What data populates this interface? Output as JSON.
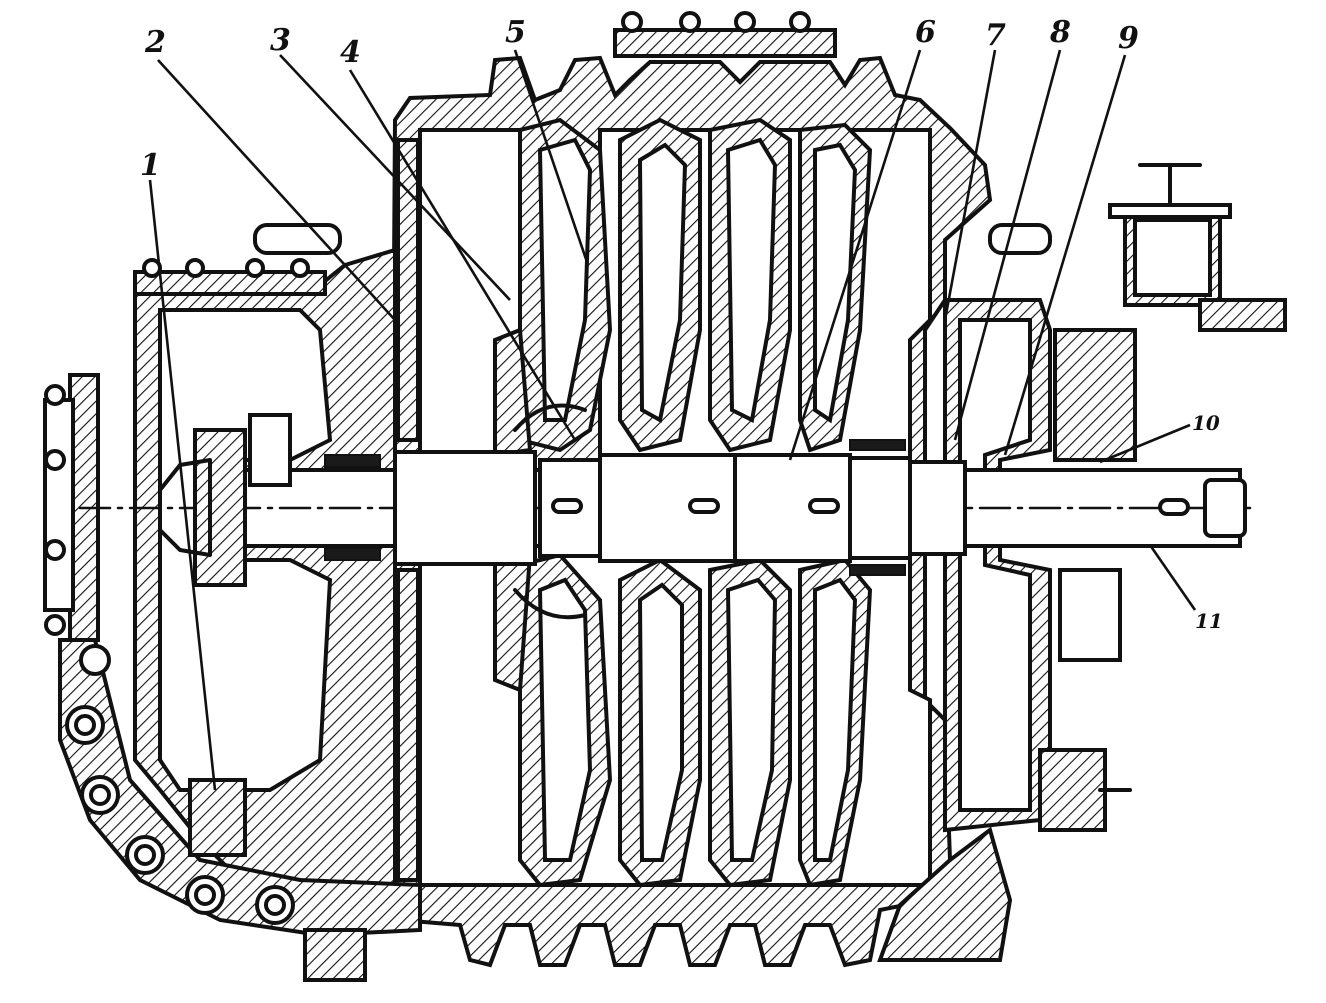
{
  "callouts": [
    {
      "id": "1",
      "label": "1"
    },
    {
      "id": "2",
      "label": "2"
    },
    {
      "id": "3",
      "label": "3"
    },
    {
      "id": "4",
      "label": "4"
    },
    {
      "id": "5",
      "label": "5"
    },
    {
      "id": "6",
      "label": "6"
    },
    {
      "id": "7",
      "label": "7"
    },
    {
      "id": "8",
      "label": "8"
    },
    {
      "id": "9",
      "label": "9"
    },
    {
      "id": "10",
      "label": "10"
    },
    {
      "id": "11",
      "label": "11"
    }
  ],
  "colors": {
    "ink": "#111111",
    "paper": "#ffffff"
  }
}
